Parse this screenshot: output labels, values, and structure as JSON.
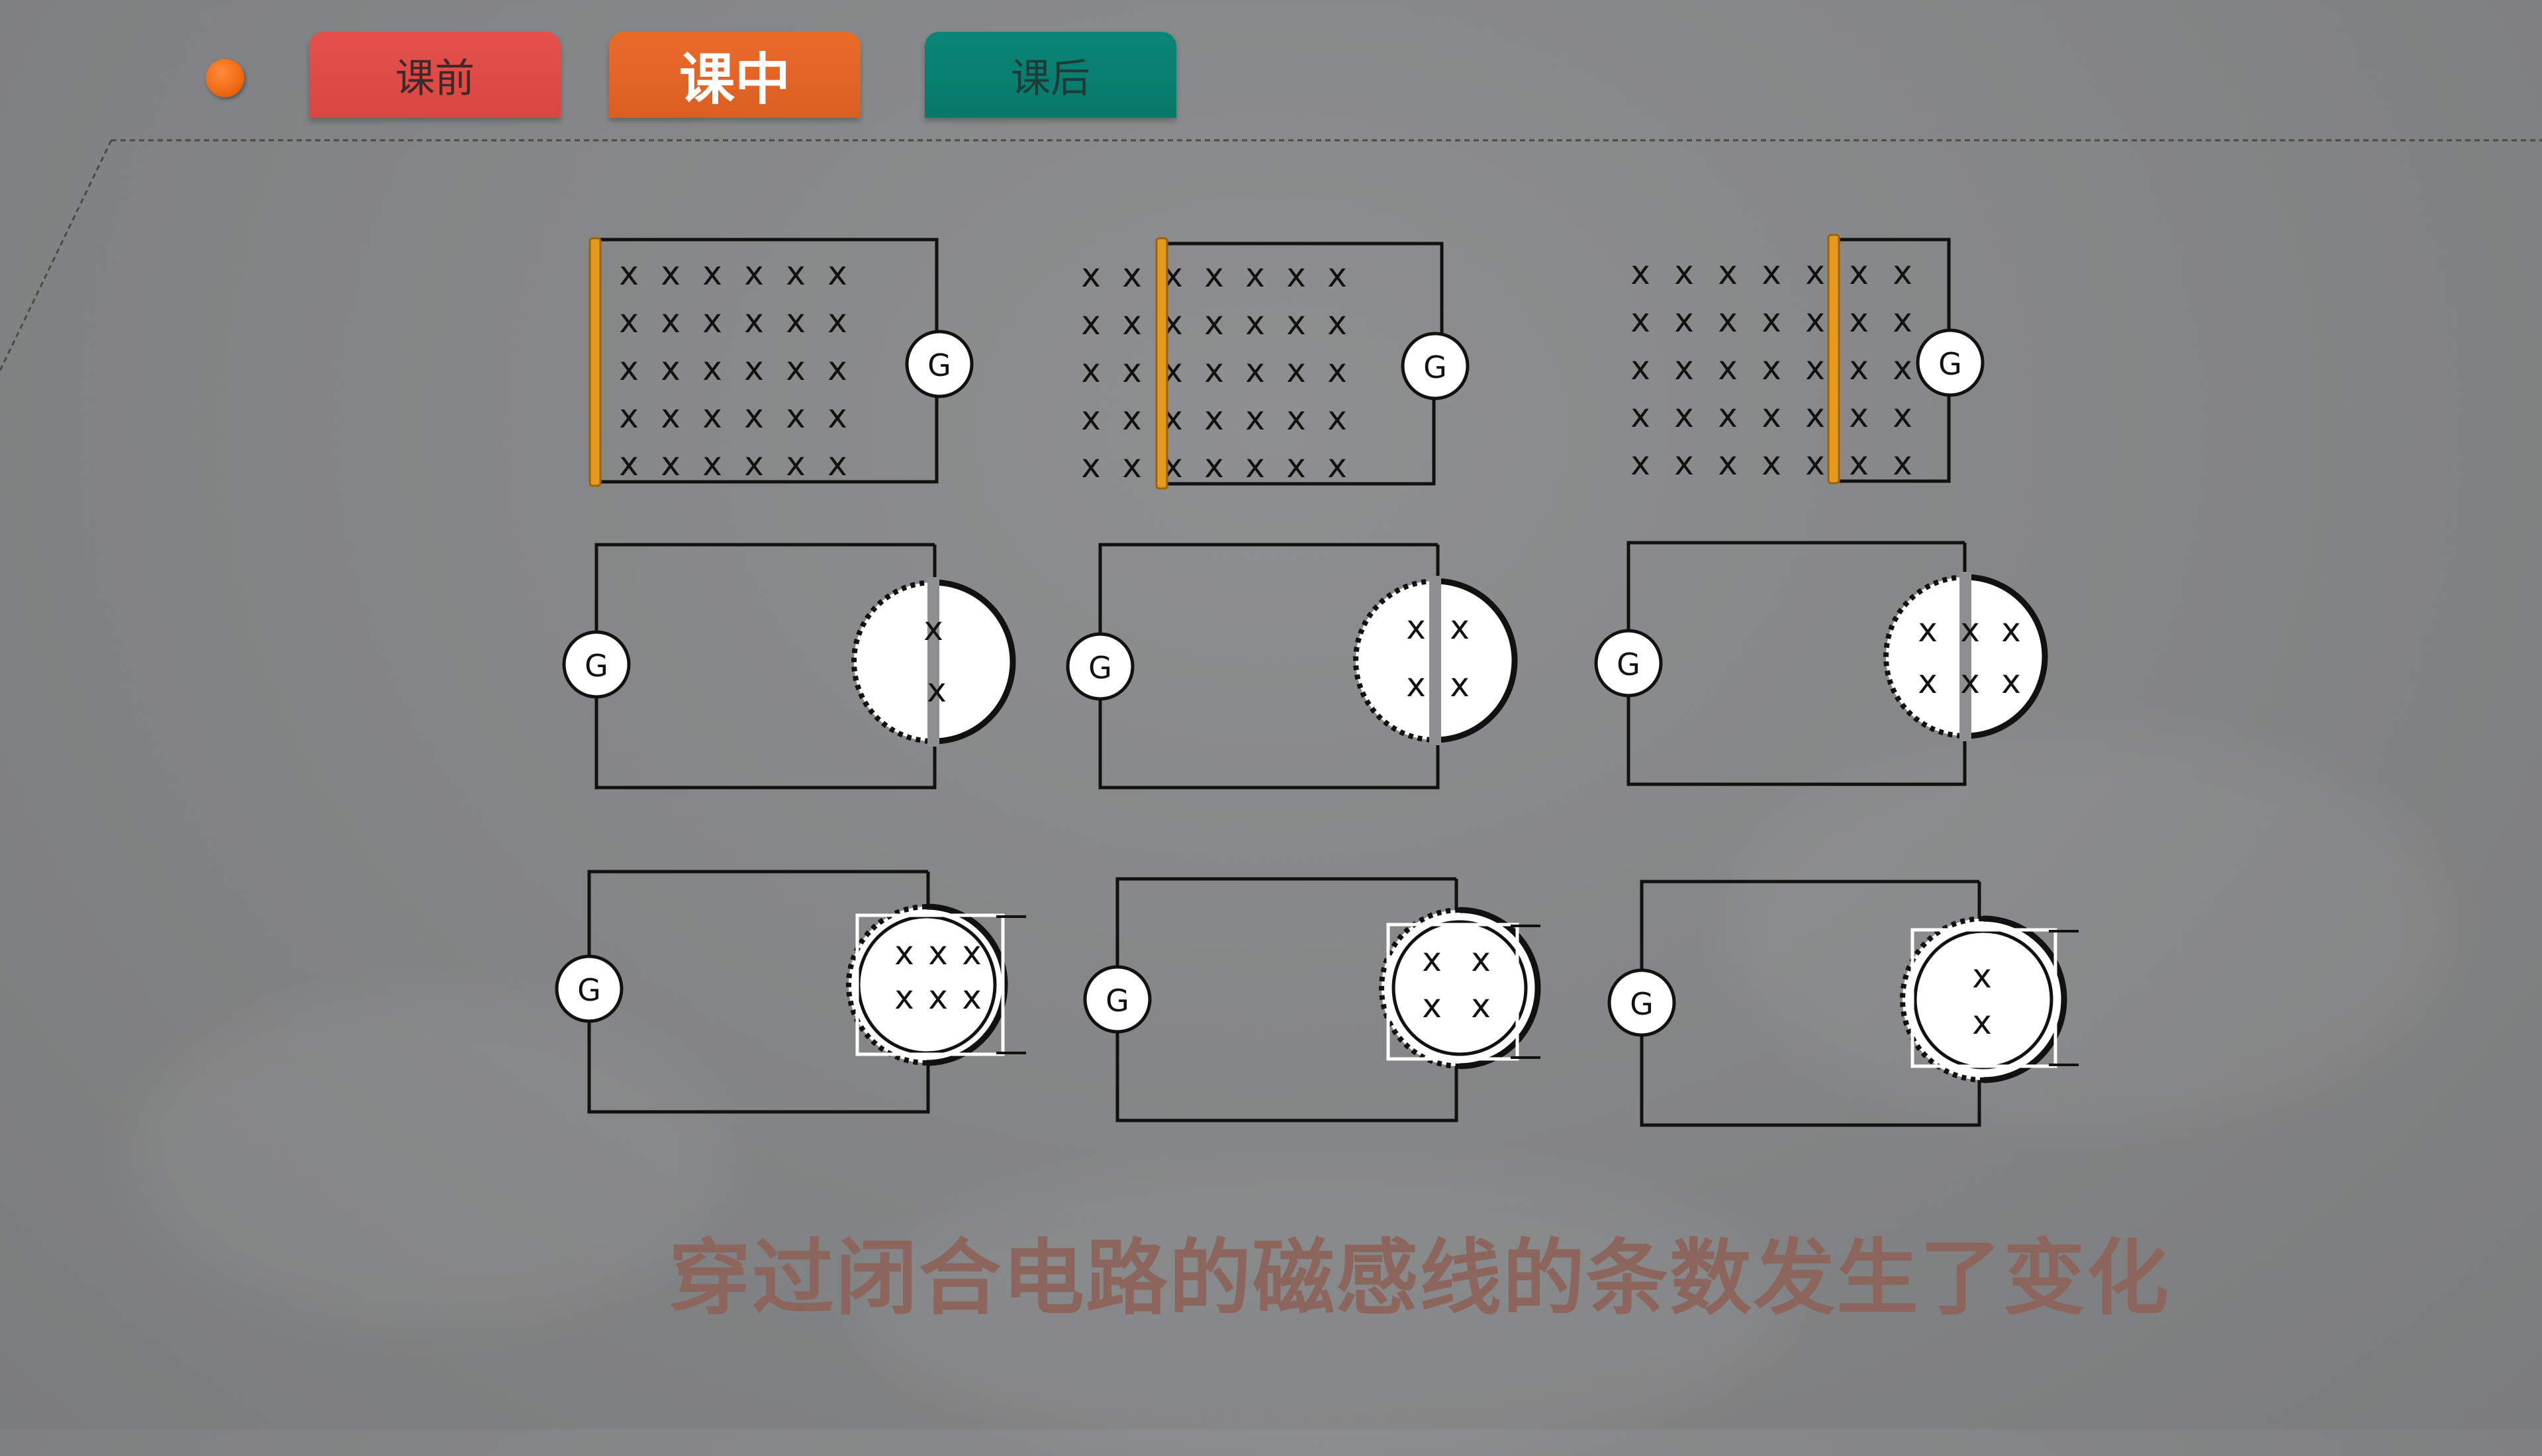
{
  "tabs": [
    {
      "label": "课前"
    },
    {
      "label": "课中"
    },
    {
      "label": "课后"
    }
  ],
  "galvanometer_label": "G",
  "field_symbol": "x",
  "caption": "穿过闭合电路的磁感线的条数发生了变化",
  "colors": {
    "accent_dot": "#f06a12",
    "tab_before": "#e5504c",
    "tab_current": "#ea6a2a",
    "tab_after": "#0a8677",
    "rod": "#e39a1e",
    "caption": "#8c665c"
  }
}
